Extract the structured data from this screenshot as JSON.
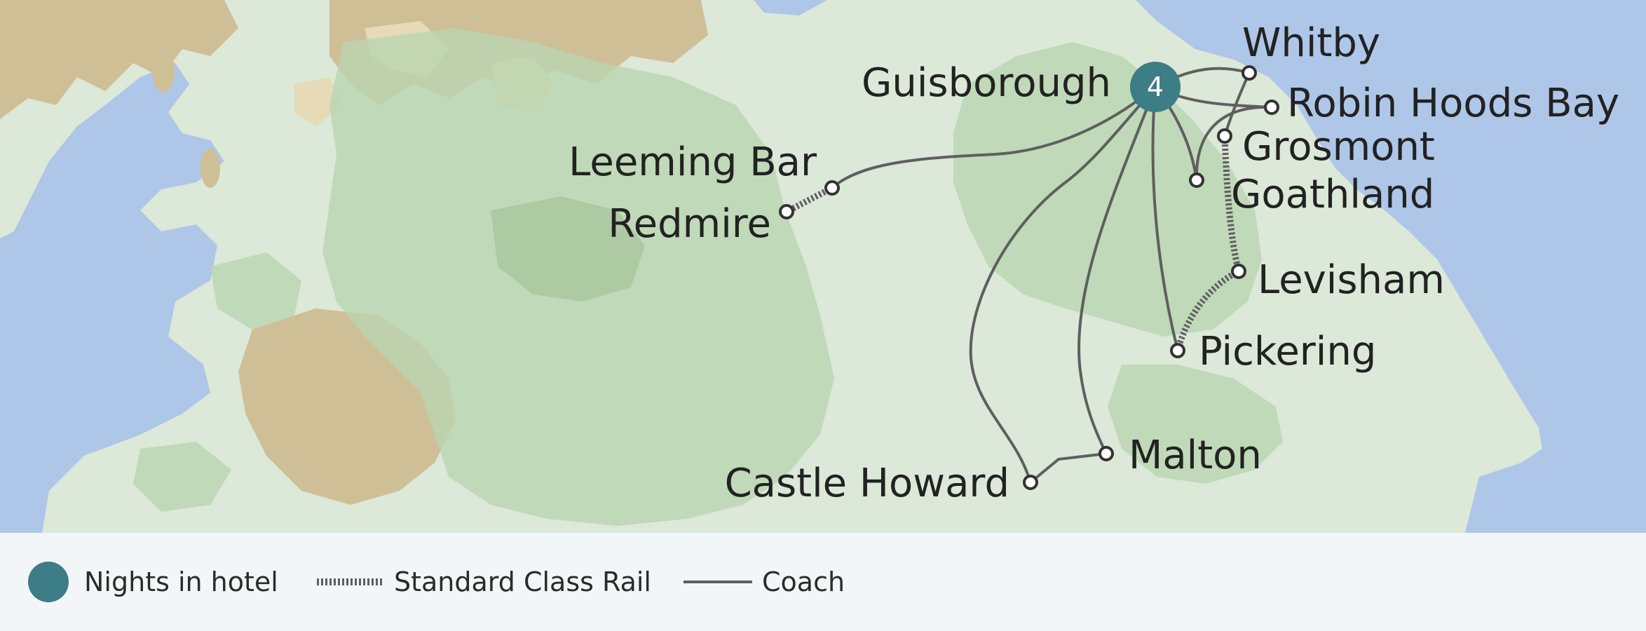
{
  "map": {
    "colors": {
      "sea": "#aec6e8",
      "land": "#dce8d8",
      "forest": "#b9d4b1",
      "forest_dark": "#a7c59e",
      "upland": "#cfbf96",
      "upland_light": "#e6dbb6",
      "route": "#5f5f5f",
      "hotel": "#3c7d86",
      "node_fill": "#ffffff",
      "node_stroke": "#333333"
    },
    "hotel": {
      "name": "Guisborough",
      "nights": "4"
    },
    "places": [
      {
        "id": "whitby",
        "name": "Whitby"
      },
      {
        "id": "robin-hoods-bay",
        "name": "Robin Hoods Bay"
      },
      {
        "id": "grosmont",
        "name": "Grosmont"
      },
      {
        "id": "goathland",
        "name": "Goathland"
      },
      {
        "id": "levisham",
        "name": "Levisham"
      },
      {
        "id": "pickering",
        "name": "Pickering"
      },
      {
        "id": "malton",
        "name": "Malton"
      },
      {
        "id": "castle-howard",
        "name": "Castle Howard"
      },
      {
        "id": "leeming-bar",
        "name": "Leeming Bar"
      },
      {
        "id": "redmire",
        "name": "Redmire"
      }
    ],
    "routes": [
      {
        "from": "guisborough",
        "to": "whitby",
        "mode": "coach"
      },
      {
        "from": "whitby",
        "to": "grosmont",
        "mode": "coach"
      },
      {
        "from": "guisborough",
        "to": "robin-hoods-bay",
        "mode": "coach"
      },
      {
        "from": "guisborough",
        "to": "goathland",
        "mode": "coach"
      },
      {
        "from": "goathland",
        "to": "robin-hoods-bay",
        "mode": "coach"
      },
      {
        "from": "grosmont",
        "to": "levisham",
        "mode": "rail"
      },
      {
        "from": "levisham",
        "to": "pickering",
        "mode": "rail"
      },
      {
        "from": "guisborough",
        "to": "pickering",
        "mode": "coach"
      },
      {
        "from": "guisborough",
        "to": "malton",
        "mode": "coach"
      },
      {
        "from": "guisborough",
        "to": "castle-howard",
        "mode": "coach"
      },
      {
        "from": "castle-howard",
        "to": "malton",
        "mode": "coach"
      },
      {
        "from": "guisborough",
        "to": "leeming-bar",
        "mode": "coach"
      },
      {
        "from": "leeming-bar",
        "to": "redmire",
        "mode": "rail"
      }
    ]
  },
  "legend": {
    "hotel_label": "Nights in hotel",
    "rail_label": "Standard Class Rail",
    "coach_label": "Coach"
  }
}
